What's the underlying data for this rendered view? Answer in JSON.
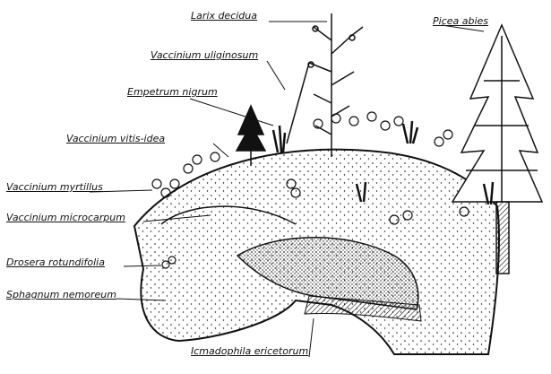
{
  "labels": {
    "larix": "Larix decidua",
    "picea": "Picea abies",
    "vacc_uliginosum": "Vaccinium uliginosum",
    "empetrum": "Empetrum nigrum",
    "vacc_vitis": "Vaccinium vitis-idea",
    "vacc_myrtillus": "Vaccinium myrtillus",
    "vacc_microcarpum": "Vaccinium microcarpum",
    "drosera": "Drosera rotundifolia",
    "sphagnum": "Sphagnum nemoreum",
    "icmadophila": "Icmadophila ericetorum"
  },
  "colors": {
    "ink": "#111111",
    "paper": "#ffffff"
  }
}
